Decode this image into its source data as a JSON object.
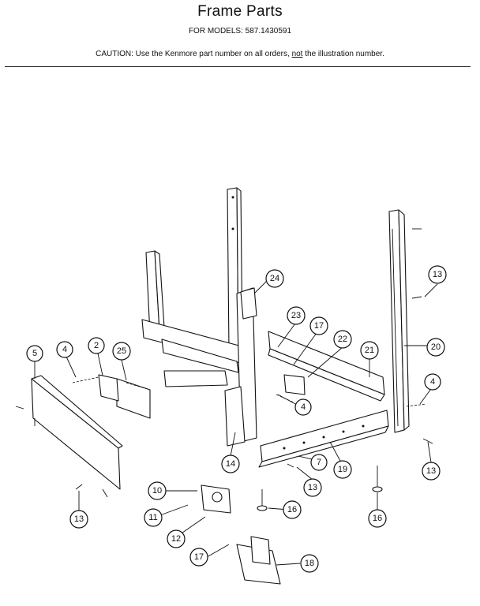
{
  "header": {
    "title": "Frame Parts",
    "models_label": "FOR MODELS:",
    "models_value": "587.1430591",
    "caution_before": "CAUTION:  Use the Kenmore part number on all orders, ",
    "caution_emph": "not",
    "caution_after": " the illustration number."
  },
  "callouts": [
    {
      "id": "c5",
      "label": "5"
    },
    {
      "id": "c4a",
      "label": "4"
    },
    {
      "id": "c2",
      "label": "2"
    },
    {
      "id": "c25",
      "label": "25"
    },
    {
      "id": "c24",
      "label": "24"
    },
    {
      "id": "c13a",
      "label": "13"
    },
    {
      "id": "c23",
      "label": "23"
    },
    {
      "id": "c17a",
      "label": "17"
    },
    {
      "id": "c22",
      "label": "22"
    },
    {
      "id": "c21",
      "label": "21"
    },
    {
      "id": "c20",
      "label": "20"
    },
    {
      "id": "c4b",
      "label": "4"
    },
    {
      "id": "c4c",
      "label": "4"
    },
    {
      "id": "c14",
      "label": "14"
    },
    {
      "id": "c7",
      "label": "7"
    },
    {
      "id": "c19",
      "label": "19"
    },
    {
      "id": "c13b",
      "label": "13"
    },
    {
      "id": "c13c",
      "label": "13"
    },
    {
      "id": "c13d",
      "label": "13"
    },
    {
      "id": "c10",
      "label": "10"
    },
    {
      "id": "c11",
      "label": "11"
    },
    {
      "id": "c12",
      "label": "12"
    },
    {
      "id": "c16a",
      "label": "16"
    },
    {
      "id": "c16b",
      "label": "16"
    },
    {
      "id": "c17b",
      "label": "17"
    },
    {
      "id": "c18",
      "label": "18"
    }
  ]
}
